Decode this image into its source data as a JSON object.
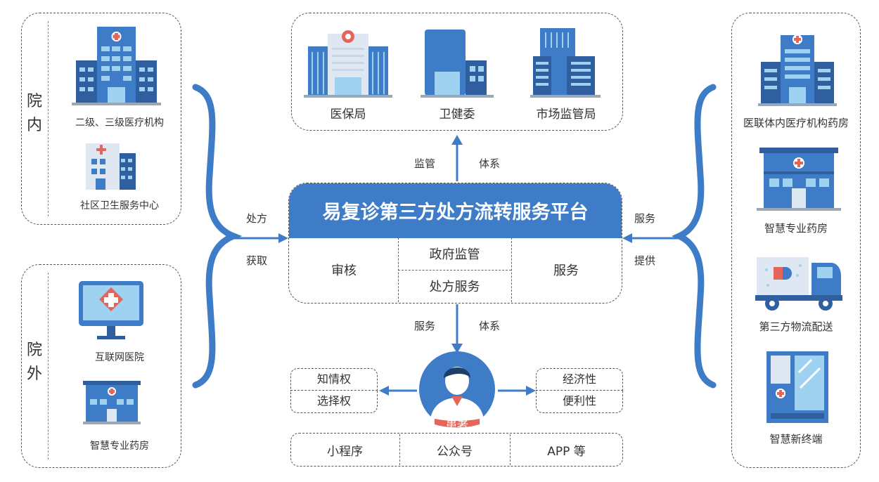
{
  "left_in": {
    "title_chars": [
      "院",
      "内"
    ],
    "items": [
      "二级、三级医疗机构",
      "社区卫生服务中心"
    ]
  },
  "left_out": {
    "title_chars": [
      "院",
      "外"
    ],
    "items": [
      "互联网医院",
      "智慧专业药房"
    ]
  },
  "top": {
    "items": [
      "医保局",
      "卫健委",
      "市场监管局"
    ]
  },
  "arrows": {
    "top_left": "监管",
    "top_right": "体系",
    "left_top": "处方",
    "left_bottom": "获取",
    "right_top": "服务",
    "right_bottom": "提供",
    "bottom_left": "服务",
    "bottom_right": "体系"
  },
  "platform": {
    "title": "易复诊第三方处方流转服务平台",
    "left_cell": "审核",
    "mid_top": "政府监管",
    "mid_bottom": "处方服务",
    "right_cell": "服务"
  },
  "patient": {
    "label": "患者",
    "left_tags": [
      "知情权",
      "选择权"
    ],
    "right_tags": [
      "经济性",
      "便利性"
    ],
    "channels": [
      "小程序",
      "公众号",
      "APP 等"
    ]
  },
  "right": {
    "items": [
      "医联体内医疗机构药房",
      "智慧专业药房",
      "第三方物流配送",
      "智慧新终端"
    ]
  },
  "colors": {
    "primary_blue": "#3f7cc8",
    "dark_blue": "#2f5f9e",
    "light_blue": "#9fd2f0",
    "red_accent": "#e4655b"
  }
}
